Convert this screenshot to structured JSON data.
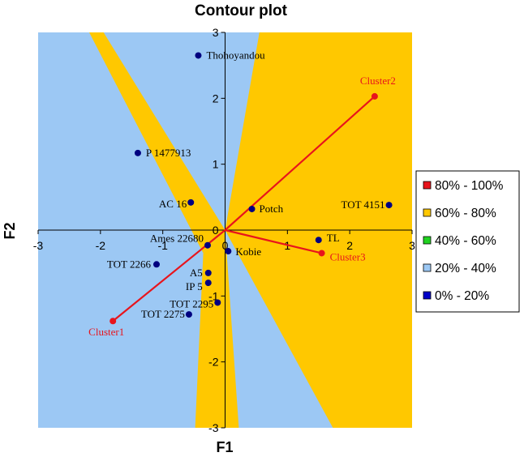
{
  "chart_data": {
    "type": "scatter",
    "title": "Contour plot",
    "xlabel": "F1",
    "ylabel": "F2",
    "xlim": [
      -3,
      3
    ],
    "ylim": [
      -3,
      3
    ],
    "x_ticks": [
      "-3",
      "-2",
      "-1",
      "0",
      "1",
      "2",
      "3"
    ],
    "y_ticks": [
      "-3",
      "-2",
      "-1",
      "0",
      "1",
      "2",
      "3"
    ],
    "grid": false,
    "legend_position": "right",
    "legend": [
      {
        "label": "80% - 100%",
        "color": "#e8141c"
      },
      {
        "label": "60% - 80%",
        "color": "#ffc800"
      },
      {
        "label": "40% - 60%",
        "color": "#21d321"
      },
      {
        "label": "20% - 40%",
        "color": "#9cc8f4"
      },
      {
        "label": "0% - 20%",
        "color": "#0000c8"
      }
    ],
    "contour_regions": [
      {
        "level": "20% - 40%",
        "color": "#9cc8f4",
        "polygon": [
          [
            -3,
            3
          ],
          [
            3,
            3
          ],
          [
            3,
            -3
          ],
          [
            -3,
            -3
          ]
        ]
      },
      {
        "level": "60% - 80%",
        "color": "#ffc800",
        "polygon": [
          [
            -2.18,
            3
          ],
          [
            -1.95,
            3
          ],
          [
            0,
            0
          ],
          [
            -0.35,
            -0.35
          ]
        ]
      },
      {
        "level": "60% - 80%",
        "color": "#ffc800",
        "polygon": [
          [
            0.55,
            3
          ],
          [
            3,
            3
          ],
          [
            3,
            -3
          ],
          [
            1.73,
            -3
          ],
          [
            0,
            0
          ]
        ]
      },
      {
        "level": "60% - 80%",
        "color": "#ffc800",
        "polygon": [
          [
            0,
            0
          ],
          [
            0.22,
            -3
          ],
          [
            -0.48,
            -3
          ],
          [
            -0.35,
            -0.35
          ]
        ]
      }
    ],
    "points": [
      {
        "name": "Thohoyandou",
        "x": -0.43,
        "y": 2.65
      },
      {
        "name": "P 1477913",
        "x": -1.4,
        "y": 1.17
      },
      {
        "name": "AC 16",
        "x": -0.55,
        "y": 0.42
      },
      {
        "name": "Potch",
        "x": 0.43,
        "y": 0.32
      },
      {
        "name": "TOT 4151",
        "x": 2.63,
        "y": 0.38
      },
      {
        "name": "Ames 22680",
        "x": -0.28,
        "y": -0.23
      },
      {
        "name": "Kobie",
        "x": 0.05,
        "y": -0.32
      },
      {
        "name": "TL",
        "x": 1.5,
        "y": -0.15
      },
      {
        "name": "TOT 2266",
        "x": -1.1,
        "y": -0.52
      },
      {
        "name": "A5",
        "x": -0.27,
        "y": -0.65
      },
      {
        "name": "IP 5",
        "x": -0.27,
        "y": -0.8
      },
      {
        "name": "TOT 2295",
        "x": -0.12,
        "y": -1.1
      },
      {
        "name": "TOT 2275",
        "x": -0.58,
        "y": -1.28
      }
    ],
    "clusters": [
      {
        "name": "Cluster1",
        "x": -1.8,
        "y": -1.38
      },
      {
        "name": "Cluster2",
        "x": 2.4,
        "y": 2.03
      },
      {
        "name": "Cluster3",
        "x": 1.55,
        "y": -0.35
      }
    ],
    "colors": {
      "point": "#000080",
      "cluster": "#e8141c"
    }
  }
}
